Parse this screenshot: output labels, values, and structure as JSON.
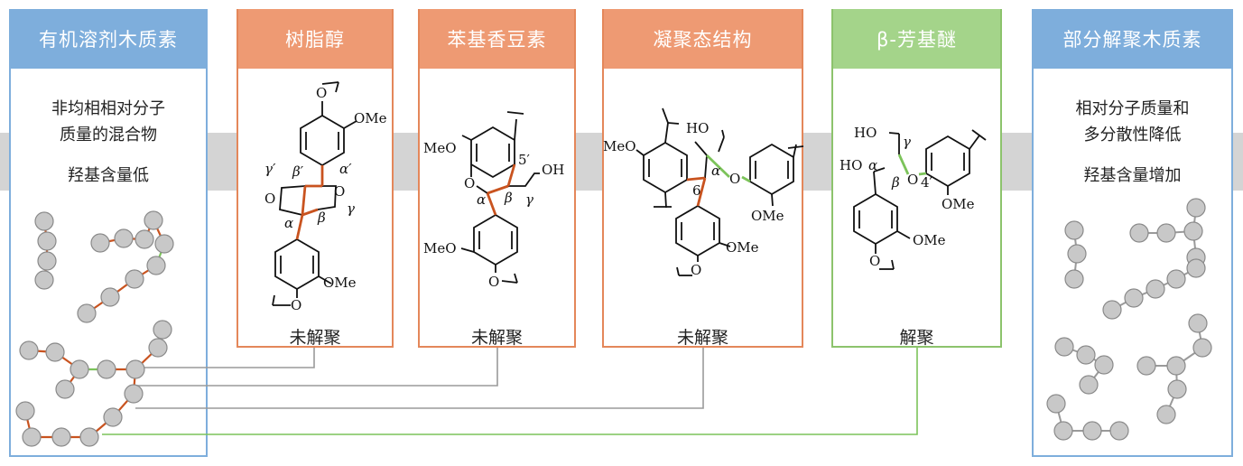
{
  "left_panel": {
    "title": "有机溶剂木质素",
    "text_line1": "非均相相对分子",
    "text_line2": "质量的混合物",
    "text_line3": "羟基含量低"
  },
  "right_panel": {
    "title": "部分解聚木质素",
    "text_line1": "相对分子质量和",
    "text_line2": "多分散性降低",
    "text_line3": "羟基含量增加"
  },
  "linkages": [
    {
      "title": "树脂醇",
      "status": "未解聚",
      "labels": {
        "ome": "OMe",
        "gamma_p": "γ′",
        "beta_p": "β′",
        "alpha_p": "α′",
        "alpha": "α",
        "beta": "β",
        "gamma": "γ"
      }
    },
    {
      "title": "苯基香豆素",
      "status": "未解聚",
      "labels": {
        "meo_top": "MeO",
        "five_p": "5′",
        "oh": "OH",
        "o": "O",
        "alpha": "α",
        "beta": "β",
        "gamma": "γ",
        "meo_bottom": "MeO",
        "o_bottom": "O"
      }
    },
    {
      "title": "凝聚态结构",
      "status": "未解聚",
      "labels": {
        "meo": "MeO",
        "ho": "HO",
        "alpha": "α",
        "six": "6",
        "o": "O",
        "ome_right": "OMe",
        "ome_bottom": "OMe",
        "o_bottom": "O"
      }
    },
    {
      "title": "β-芳基醚",
      "status": "解聚",
      "labels": {
        "ho_top": "HO",
        "gamma": "γ",
        "ho_alpha": "HO",
        "alpha": "α",
        "beta": "β",
        "o": "O",
        "four_p": "4′",
        "ome_right": "OMe",
        "ome_bottom": "OMe",
        "o_bottom": "O"
      }
    }
  ],
  "colors": {
    "blue_header": "#7eaedc",
    "orange_header": "#ee9a73",
    "green_header": "#a4d48a",
    "orange_bond": "#c9531f",
    "green_bond": "#7cc35a",
    "node_fill": "#c8c8c8",
    "backbone_band": "#d4d4d4"
  }
}
